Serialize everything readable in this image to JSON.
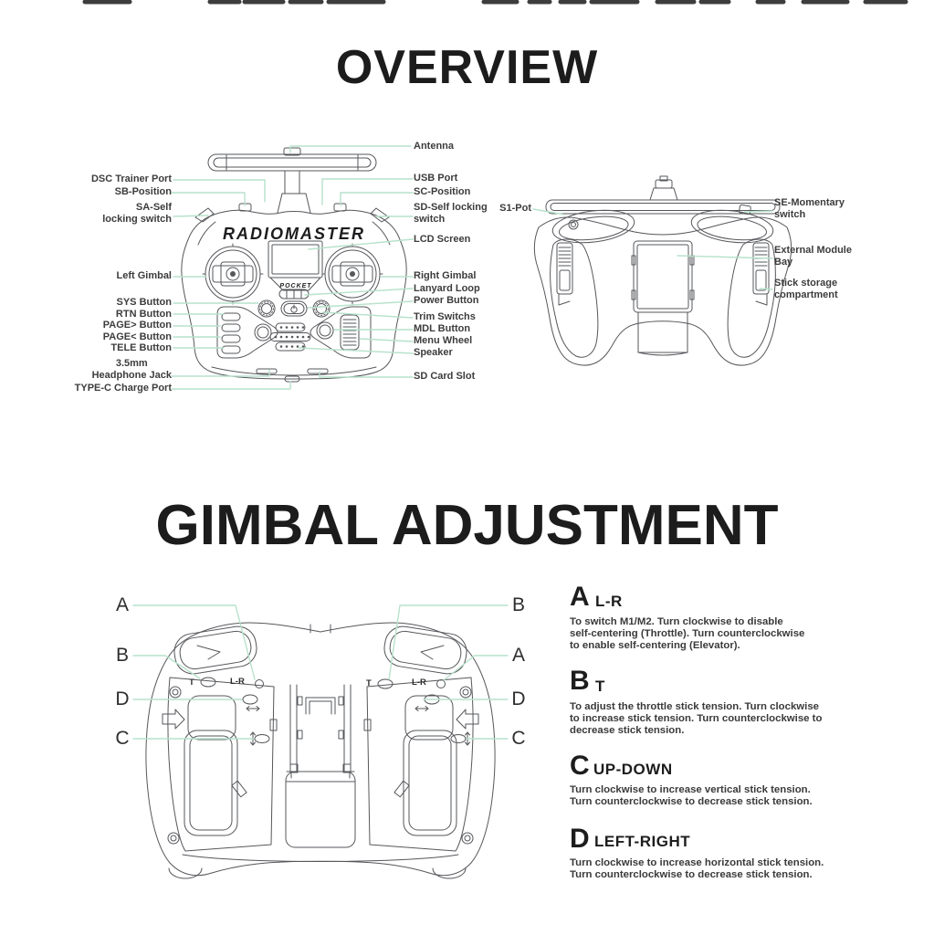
{
  "colors": {
    "background": "#ffffff",
    "leader_line": "#b7e2cb",
    "line_art": "#56575b",
    "text": "#3c3c3c",
    "title": "#1c1c1c"
  },
  "overview": {
    "title": "OVERVIEW",
    "front_view": {
      "brand_logo": "RADIOMASTER",
      "model_logo": "POCKET",
      "labels_left": [
        {
          "text": "DSC Trainer Port"
        },
        {
          "text": "SB-Position"
        },
        {
          "text": "SA-Self\nlocking switch"
        },
        {
          "text": "Left Gimbal"
        },
        {
          "text": "SYS Button"
        },
        {
          "text": "RTN Button"
        },
        {
          "text": "PAGE> Button"
        },
        {
          "text": "PAGE< Button"
        },
        {
          "text": "TELE Button"
        },
        {
          "text": "3.5mm\nHeadphone Jack"
        },
        {
          "text": "TYPE-C Charge Port"
        }
      ],
      "labels_right": [
        {
          "text": "Antenna"
        },
        {
          "text": "USB Port"
        },
        {
          "text": "SC-Position"
        },
        {
          "text": "SD-Self locking\nswitch"
        },
        {
          "text": "LCD Screen"
        },
        {
          "text": "Right Gimbal"
        },
        {
          "text": "Lanyard Loop"
        },
        {
          "text": "Power Button"
        },
        {
          "text": "Trim Switchs"
        },
        {
          "text": "MDL Button"
        },
        {
          "text": "Menu Wheel"
        },
        {
          "text": "Speaker"
        },
        {
          "text": "SD Card Slot"
        }
      ]
    },
    "back_view": {
      "labels_left": [
        {
          "text": "S1-Pot"
        }
      ],
      "labels_right": [
        {
          "text": "SE-Momentary\nswitch"
        },
        {
          "text": "External Module\nBay"
        },
        {
          "text": "Stick storage\ncompartment"
        }
      ]
    }
  },
  "gimbal_adjustment": {
    "title": "GIMBAL ADJUSTMENT",
    "diagram": {
      "callouts_left": [
        "A",
        "B",
        "D",
        "C"
      ],
      "callouts_right": [
        "B",
        "A",
        "D",
        "C"
      ],
      "t_label": "T",
      "lr_label": "L-R"
    },
    "sections": [
      {
        "letter": "A",
        "sub": "L-R",
        "body": "To switch M1/M2. Turn clockwise to disable\nself-centering (Throttle). Turn counterclockwise\nto enable self-centering (Elevator)."
      },
      {
        "letter": "B",
        "sub": "T",
        "body": "To adjust the throttle stick tension. Turn clockwise\nto increase stick tension. Turn counterclockwise to\ndecrease stick tension."
      },
      {
        "letter": "C",
        "sub": "UP-DOWN",
        "body": "Turn clockwise to increase vertical stick tension.\nTurn counterclockwise to decrease stick tension."
      },
      {
        "letter": "D",
        "sub": "LEFT-RIGHT",
        "body": "Turn clockwise to increase horizontal stick tension.\nTurn counterclockwise to decrease stick tension."
      }
    ]
  }
}
